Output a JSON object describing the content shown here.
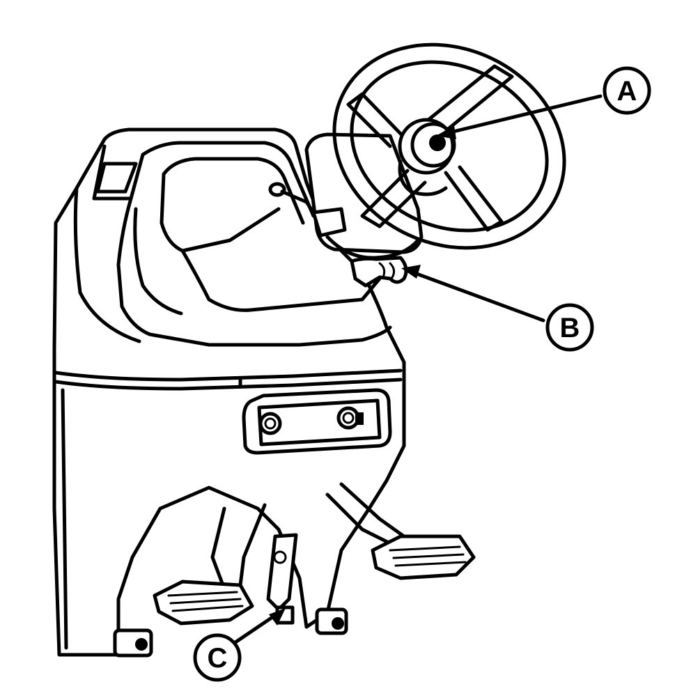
{
  "diagram": {
    "callouts": [
      {
        "id": "A",
        "label": "A"
      },
      {
        "id": "B",
        "label": "B"
      },
      {
        "id": "C",
        "label": "C"
      }
    ],
    "colors": {
      "line": "#000000",
      "background": "#ffffff"
    }
  }
}
